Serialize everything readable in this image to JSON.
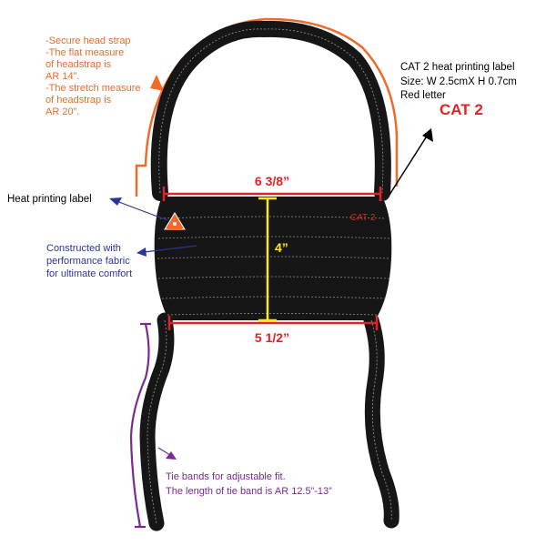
{
  "colors": {
    "orange": "#f26a2b",
    "red": "#e32227",
    "yellow": "#ffe81a",
    "navy": "#2b3595",
    "purple": "#7a2a92",
    "black": "#000000",
    "mask": "#161616",
    "stitch": "#9a9a9a"
  },
  "headstrap_note": {
    "lines": [
      "-Secure head strap",
      "-The flat measure",
      "of headstrap is",
      "AR 14”.",
      "-The stretch measure",
      "of headstrap is",
      "AR 20”."
    ]
  },
  "cat2_note": {
    "lines": [
      "CAT 2 heat printing label",
      "Size: W 2.5cmX H 0.7cm",
      "Red letter"
    ],
    "big": "CAT 2"
  },
  "mask": {
    "label_on_mask": "CAT 2",
    "top_width": "6 3/8”",
    "height": "4”",
    "bottom_width": "5 1/2”"
  },
  "heat_label_note": "Heat printing label",
  "fabric_note": {
    "lines": [
      "Constructed with",
      "performance fabric",
      "for ultimate comfort"
    ]
  },
  "tie_note": {
    "lines": [
      "Tie bands for adjustable fit.",
      "The length of tie band is AR 12.5”-13”"
    ]
  },
  "icons": [
    "warning-triangle-icon"
  ]
}
